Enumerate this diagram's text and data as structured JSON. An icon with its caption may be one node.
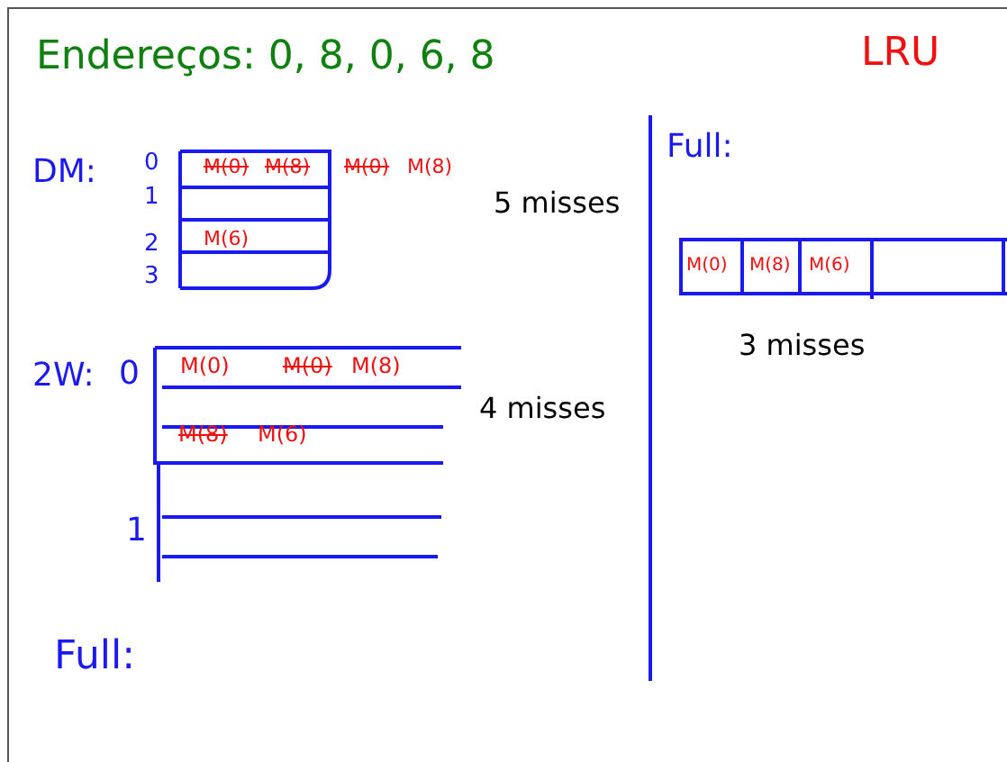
{
  "diagram": {
    "labels": [
      "Endereços: 0, 8, 0, 6, 8",
      "LRU",
      "DM:",
      "0",
      "M(0)",
      "M(8)",
      "M(0)",
      "M(8)",
      "1",
      "2",
      "M(6)",
      "3",
      "5 misses",
      "Full:",
      "M(0)",
      "M(8)",
      "M(6)",
      "3 misses",
      "2W:",
      "0",
      "M(0)",
      "M(0)",
      "M(8)",
      "M(8)",
      "M(6)",
      "4 misses",
      "1",
      "Full:"
    ]
  }
}
